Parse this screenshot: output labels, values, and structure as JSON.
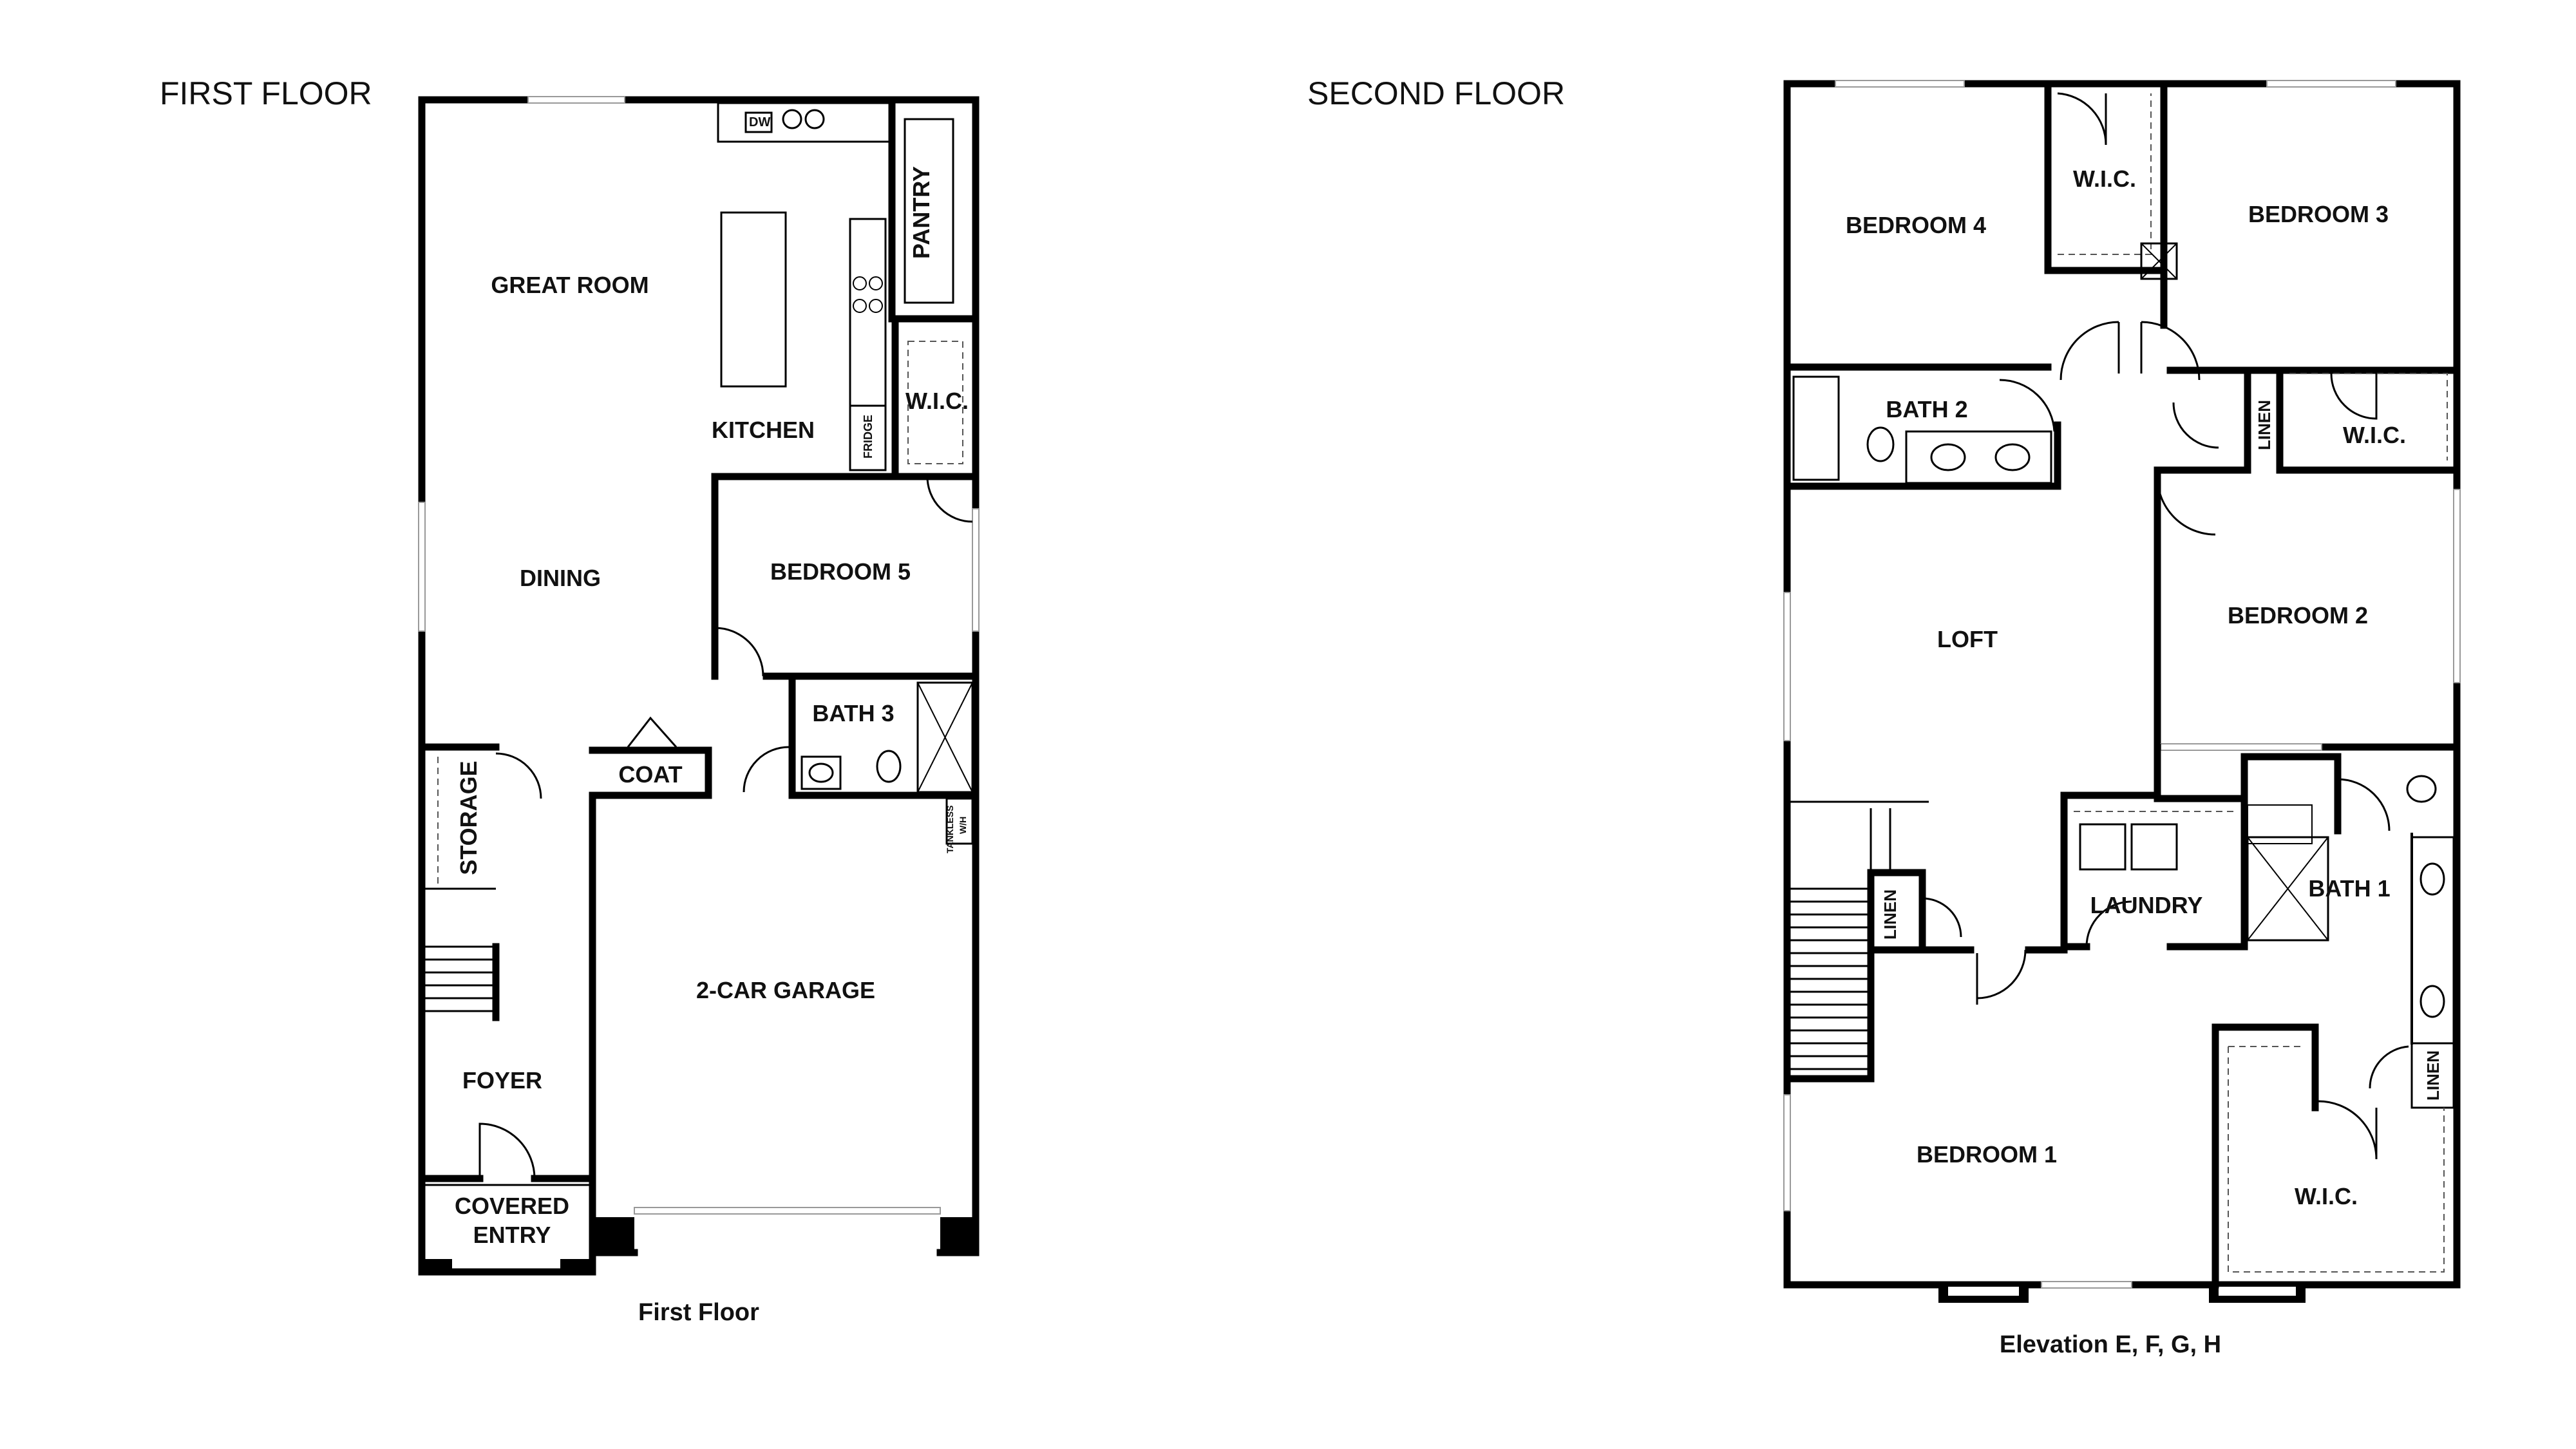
{
  "headings": {
    "first_floor": "FIRST FLOOR",
    "second_floor": "SECOND FLOOR"
  },
  "captions": {
    "first_floor": "First Floor",
    "second_floor": "Elevation E, F, G, H"
  },
  "first_floor_rooms": {
    "great_room": "GREAT ROOM",
    "kitchen": "KITCHEN",
    "pantry": "PANTRY",
    "wic": "W.I.C.",
    "dining": "DINING",
    "bedroom5": "BEDROOM 5",
    "bath3": "BATH 3",
    "coat": "COAT",
    "storage": "STORAGE",
    "garage": "2-CAR GARAGE",
    "foyer": "FOYER",
    "covered_entry_1": "COVERED",
    "covered_entry_2": "ENTRY"
  },
  "first_floor_fixtures": {
    "dw": "DW",
    "fridge": "FRIDGE",
    "tankless_1": "TANKLESS",
    "tankless_2": "W/H"
  },
  "second_floor_rooms": {
    "bedroom4": "BEDROOM 4",
    "wic_top": "W.I.C.",
    "bedroom3": "BEDROOM 3",
    "bath2": "BATH 2",
    "linen_b3": "LINEN",
    "wic_b3": "W.I.C.",
    "loft": "LOFT",
    "bedroom2": "BEDROOM 2",
    "linen_stair": "LINEN",
    "laundry": "LAUNDRY",
    "bath1": "BATH 1",
    "linen_bath1": "LINEN",
    "bedroom1": "BEDROOM 1",
    "wic_master": "W.I.C."
  }
}
